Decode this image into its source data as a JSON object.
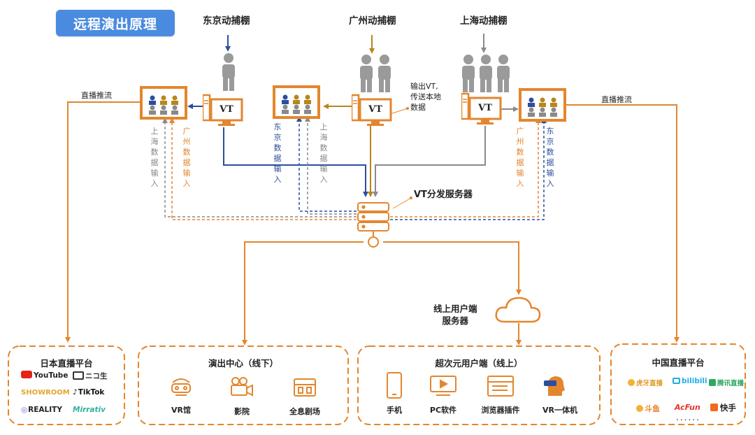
{
  "title": "远程演出原理",
  "studios": {
    "tokyo": "东京动捕棚",
    "guangzhou": "广州动捕棚",
    "shanghai": "上海动捕棚"
  },
  "vt_label": "VT",
  "labels": {
    "live_push_left": "直播推流",
    "live_push_right": "直播推流",
    "output_note_line1": "输出VT,",
    "output_note_line2": "传送本地",
    "output_note_line3": "数据",
    "vt_server": "VT分发服务器",
    "online_server_line1": "线上用户端",
    "online_server_line2": "服务器",
    "shanghai_input": "上海数据输入",
    "guangzhou_input": "广州数据输入",
    "tokyo_input": "东京数据输入"
  },
  "groups": {
    "japan": {
      "title": "日本直播平台",
      "logos": [
        "YouTube",
        "ニコ生",
        "SHOWROOM",
        "TikTok",
        "REALITY",
        "Mirrativ"
      ]
    },
    "offline": {
      "title": "演出中心（线下）",
      "items": [
        "VR馆",
        "影院",
        "全息剧场"
      ]
    },
    "online": {
      "title": "超次元用户端（线上）",
      "items": [
        "手机",
        "PC软件",
        "浏览器插件",
        "VR一体机"
      ]
    },
    "china": {
      "title": "中国直播平台",
      "logos": [
        "虎牙直播",
        "bilibili",
        "腾讯直播",
        "斗鱼",
        "AcFun",
        "快手"
      ],
      "more": "......"
    }
  },
  "colors": {
    "orange": "#E3862E",
    "blue": "#2D4E9E",
    "gold": "#B8861B",
    "gray": "#888888",
    "title_bg": "#4A8BE0"
  }
}
